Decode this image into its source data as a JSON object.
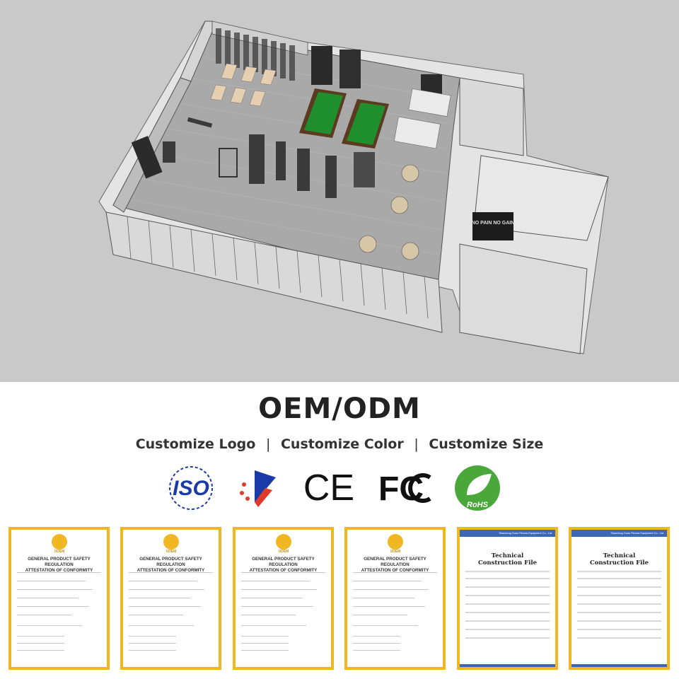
{
  "headline": "OEM/ODM",
  "customize": {
    "logo": "Customize Logo",
    "color": "Customize Color",
    "size": "Customize Size",
    "separator": "|"
  },
  "signs": {
    "gym_sign": "NO PAIN NO GAIN"
  },
  "logos": {
    "iso": "ISO",
    "ce": "CE",
    "fcc": "FC",
    "rohs": "RoHS",
    "iso_color": "#1a3aa8",
    "rohs_color": "#4aa83a"
  },
  "certificates": [
    {
      "title_line1": "GENERAL PRODUCT SAFETY REGULATION",
      "title_line2": "ATTESTATION OF CONFORMITY",
      "brand": "UDEM"
    },
    {
      "title_line1": "GENERAL PRODUCT SAFETY REGULATION",
      "title_line2": "ATTESTATION OF CONFORMITY",
      "brand": "UDEM"
    },
    {
      "title_line1": "GENERAL PRODUCT SAFETY REGULATION",
      "title_line2": "ATTESTATION OF CONFORMITY",
      "brand": "UDEM"
    },
    {
      "title_line1": "GENERAL PRODUCT SAFETY REGULATION",
      "title_line2": "ATTESTATION OF CONFORMITY",
      "brand": "UDEM"
    }
  ],
  "construction_files": [
    {
      "header": "Shandong Guao Fitness Equipment Co., Ltd.",
      "title_line1": "Technical",
      "title_line2": "Construction File"
    },
    {
      "header": "Shandong Guao Fitness Equipment Co., Ltd.",
      "title_line1": "Technical",
      "title_line2": "Construction File"
    }
  ],
  "colors": {
    "certificate_border": "#f1b722",
    "tcf_header": "#3c67b8",
    "billiard_green": "#1f8f2e",
    "floor": "#a9a9a9"
  }
}
